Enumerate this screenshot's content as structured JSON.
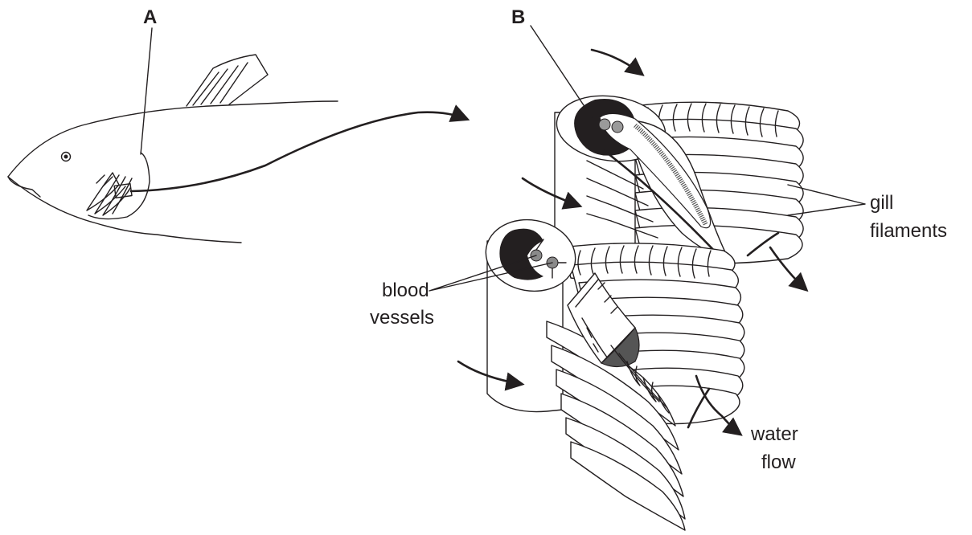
{
  "labels": {
    "a": "A",
    "b": "B",
    "gill_filaments_1": "gill",
    "gill_filaments_2": "filaments",
    "blood_vessels_1": "blood",
    "blood_vessels_2": "vessels",
    "water_flow_1": "water",
    "water_flow_2": "flow"
  },
  "colors": {
    "ink": "#231f20",
    "vessel_grey": "#8a8a8a",
    "gill_grey": "#666666"
  }
}
